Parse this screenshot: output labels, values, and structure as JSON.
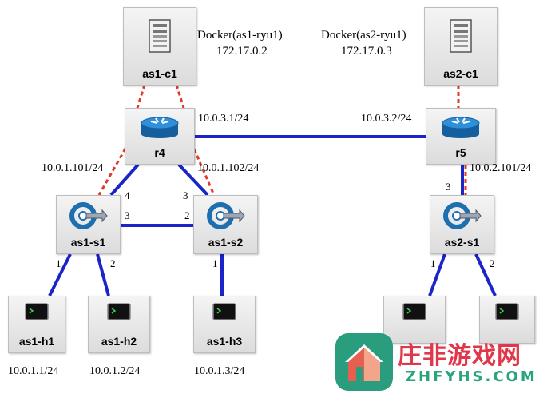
{
  "nodes": {
    "as1_c1": "as1-c1",
    "as2_c1": "as2-c1",
    "r4": "r4",
    "r5": "r5",
    "as1_s1": "as1-s1",
    "as1_s2": "as1-s2",
    "as2_s1": "as2-s1",
    "as1_h1": "as1-h1",
    "as1_h2": "as1-h2",
    "as1_h3": "as1-h3"
  },
  "controllers": {
    "ctl1_name": "Docker(as1-ryu1)",
    "ctl1_ip": "172.17.0.2",
    "ctl2_name": "Docker(as2-ryu1)",
    "ctl2_ip": "172.17.0.3"
  },
  "link_labels": {
    "r4_east": "10.0.3.1/24",
    "r5_west": "10.0.3.2/24",
    "r4_s1": "10.0.1.101/24",
    "r4_s2": "10.0.1.102/24",
    "r5_s1": "10.0.2.101/24"
  },
  "ports": {
    "s1_r4": "4",
    "s1_s2": "3",
    "s1_h1": "1",
    "s1_h2": "2",
    "s2_r4": "3",
    "s2_s1": "2",
    "s2_h3": "1",
    "as2s1_r5": "3",
    "as2s1_h1": "1",
    "as2s1_h2": "2"
  },
  "host_ips": {
    "h1": "10.0.1.1/24",
    "h2": "10.0.1.2/24",
    "h3": "10.0.1.3/24"
  },
  "watermark": {
    "title": "庄非游戏网",
    "subtitle": "ZHFYHS.COM"
  },
  "colors": {
    "data_link": "#1a24c8",
    "control_link": "#e03a2a",
    "router": "#1e78c8",
    "switch": "#1e6fb0"
  },
  "icons": {
    "controller": "server-icon",
    "router": "router-icon",
    "switch": "switch-icon",
    "host": "terminal-icon",
    "logo": "house-logo-icon"
  }
}
